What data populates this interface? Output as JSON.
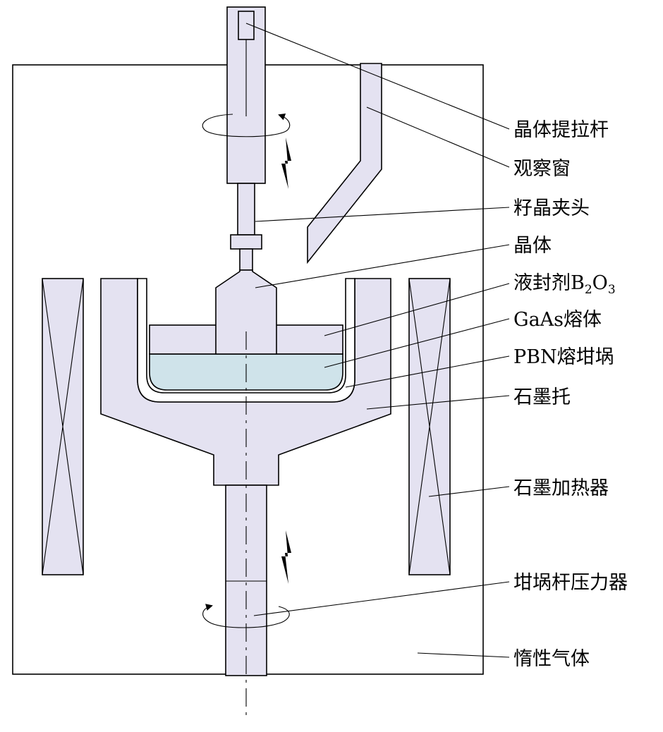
{
  "labels": {
    "pull_rod": "晶体提拉杆",
    "window": "观察窗",
    "seed_chuck": "籽晶夹头",
    "crystal": "晶体",
    "encapsulant_prefix": "液封剂B",
    "encapsulant_sub1": "2",
    "encapsulant_mid": "O",
    "encapsulant_sub2": "3",
    "gaas_melt": "GaAs熔体",
    "pbn_crucible": "PBN熔坩埚",
    "graphite_holder": "石墨托",
    "graphite_heater": "石墨加热器",
    "crucible_rod": "坩埚杆压力器",
    "inert_gas": "惰性气体"
  },
  "colors": {
    "part_fill": "#e4e2f1",
    "melt_fill": "#cfe3ea",
    "stroke": "#000000"
  }
}
